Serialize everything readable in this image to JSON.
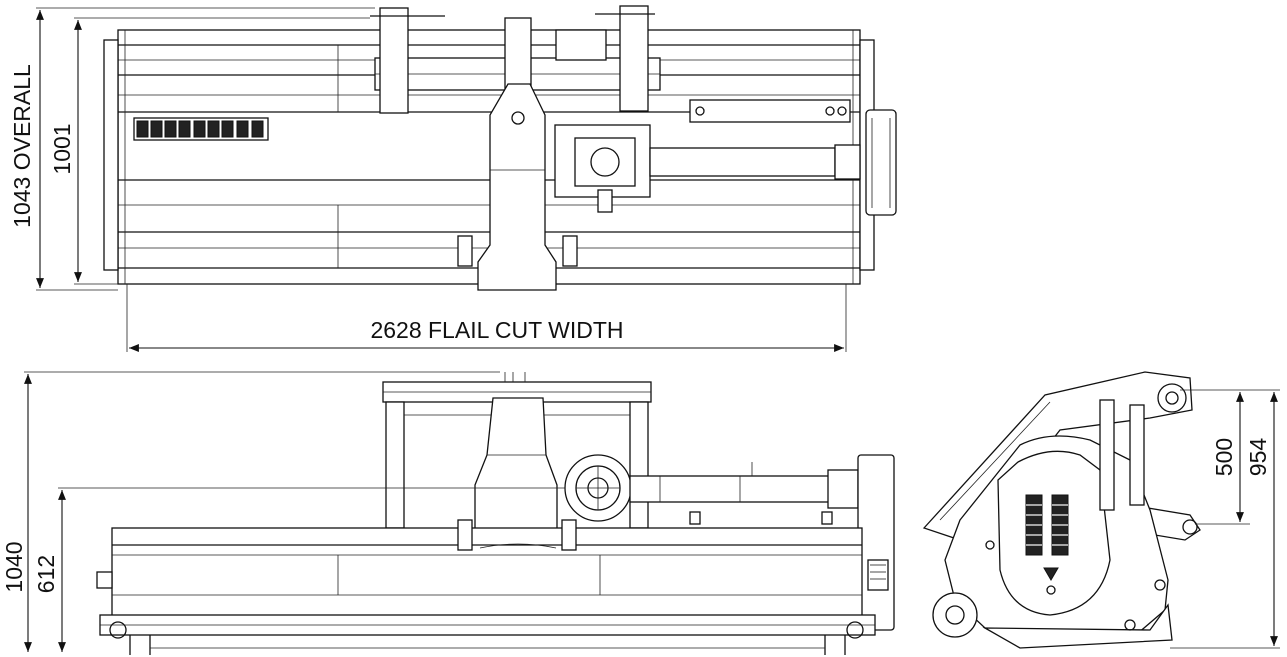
{
  "dimensions": {
    "overall_height": "1043 OVERALL",
    "body_height": "1001",
    "cut_width": "2628 FLAIL CUT WIDTH",
    "rear_height": "1040",
    "pto_height": "612",
    "side_upper": "500",
    "side_overall": "954"
  },
  "colors": {
    "line": "#111111",
    "background": "#ffffff"
  }
}
